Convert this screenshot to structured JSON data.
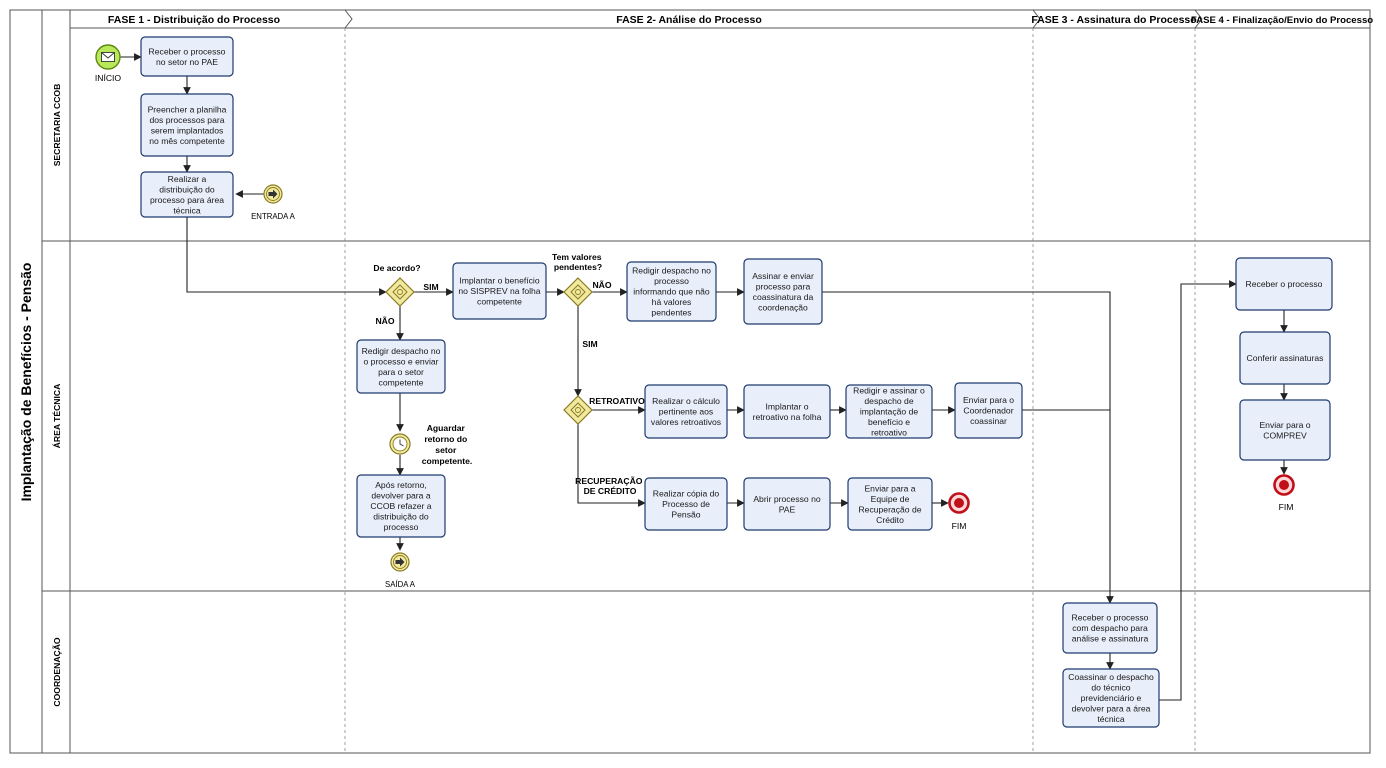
{
  "pool_title": "Implantação de Benefícios - Pensão",
  "phases": [
    "FASE 1 - Distribuição do Processo",
    "FASE 2- Análise do Processo",
    "FASE 3 - Assinatura do Processo",
    "FASE 4 - Finalização/Envio do Processo"
  ],
  "lanes": [
    "SECRETARIA CCOB",
    "ÁREA TÉCNICA",
    "COORDENAÇÃO"
  ],
  "tasks": {
    "receber_pae": [
      "Receber o processo",
      "no setor no PAE"
    ],
    "preencher": [
      "Preencher a planilha",
      "dos processos para",
      "serem implantados",
      "no mês competente"
    ],
    "distribuicao": [
      "Realizar a",
      "distribuição do",
      "processo para área",
      "técnica"
    ],
    "implantar_sisprev": [
      "Implantar o benefício",
      "no SISPREV na folha",
      "competente"
    ],
    "redigir_nao_valores": [
      "Redigir despacho no",
      "processo",
      "informando que não",
      "há valores",
      "pendentes"
    ],
    "assinar_enviar": [
      "Assinar e enviar",
      "processo para",
      "coassinatura da",
      "coordenação"
    ],
    "redigir_setor": [
      "Redigir despacho no",
      "o processo e enviar",
      "para o setor",
      "competente"
    ],
    "apos_retorno": [
      "Após retorno,",
      "devolver para a",
      "CCOB refazer a",
      "distribuição do",
      "processo"
    ],
    "calculo": [
      "Realizar o cálculo",
      "pertinente aos",
      "valores retroativos"
    ],
    "implantar_retro": [
      "Implantar o",
      "retroativo na folha"
    ],
    "redigir_assinar": [
      "Redigir e assinar o",
      "despacho de",
      "implantação de",
      "benefício e",
      "retroativo"
    ],
    "enviar_coord": [
      "Enviar para o",
      "Coordenador",
      "coassinar"
    ],
    "copia": [
      "Realizar cópia do",
      "Processo de",
      "Pensão"
    ],
    "abrir_pae": [
      "Abrir processo no",
      "PAE"
    ],
    "enviar_equipe": [
      "Enviar para a",
      "Equipe de",
      "Recuperação de",
      "Crédito"
    ],
    "receber_despacho": [
      "Receber o processo",
      "com despacho para",
      "análise e assinatura"
    ],
    "coassinar": [
      "Coassinar o despacho",
      "do técnico",
      "previdenciário e",
      "devolver para a área",
      "técnica"
    ],
    "receber_final": [
      "Receber o processo"
    ],
    "conferir": [
      "Conferir assinaturas"
    ],
    "enviar_comprev": [
      "Enviar para o",
      "COMPREV"
    ]
  },
  "events": {
    "inicio": "INÍCIO",
    "entrada_a": "ENTRADA A",
    "saida_a": "SAÍDA A",
    "fim_1": "FIM",
    "fim_2": "FIM"
  },
  "gateways": {
    "de_acordo": "De acordo?",
    "tem_valores": [
      "Tem valores",
      "pendentes?"
    ]
  },
  "timer_label": [
    "Aguardar",
    "retorno do",
    "setor",
    "competente."
  ],
  "flow_labels": {
    "sim_1": "SIM",
    "nao_1": "NÃO",
    "nao_2": "NÃO",
    "sim_2": "SIM",
    "retroativo": "RETROATIVO",
    "recuperacao": [
      "RECUPERAÇÃO",
      "DE CRÉDITO"
    ]
  },
  "colors": {
    "task_fill": "#e8eefa",
    "task_stroke": "#1f3a6e",
    "start_fill": "#b9e85a",
    "end_stroke": "#c0101a",
    "gateway_fill": "#f2e9a0"
  }
}
